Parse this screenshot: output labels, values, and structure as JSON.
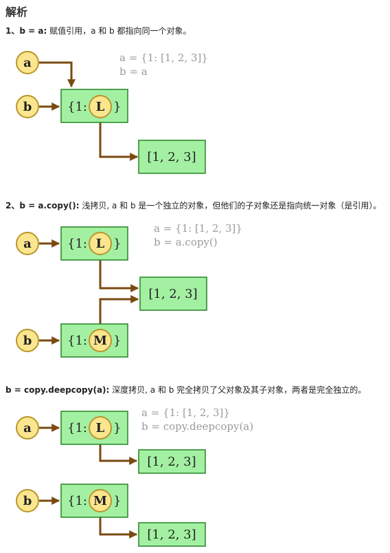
{
  "title": "解析",
  "sections": [
    {
      "bold": "1、b = a:",
      "text": " 赋值引用，a 和 b 都指向同一个对象。",
      "code": [
        "a = {1: [1, 2, 3]}",
        "b = a"
      ]
    },
    {
      "bold": "2、b = a.copy():",
      "text": " 浅拷贝, a 和 b 是一个独立的对象，但他们的子对象还是指向统一对象（是引用）。",
      "code": [
        "a = {1: [1, 2, 3]}",
        "b = a.copy()"
      ]
    },
    {
      "bold": "b = copy.deepcopy(a):",
      "text": " 深度拷贝, a 和 b 完全拷贝了父对象及其子对象，两者是完全独立的。",
      "code": [
        "a = {1: [1, 2, 3]}",
        "b = copy.deepcopy(a)"
      ]
    }
  ],
  "labels": {
    "a": "a",
    "b": "b",
    "dict_prefix": "{1:",
    "dict_suffix": "}",
    "ref_L": "L",
    "ref_M": "M",
    "list": "[1, 2, 3]"
  },
  "colors": {
    "circle_fill": "#fbe58f",
    "box_fill": "#a3f0a3",
    "arrow": "#7a4a10",
    "code_text": "#9a9a9a"
  }
}
